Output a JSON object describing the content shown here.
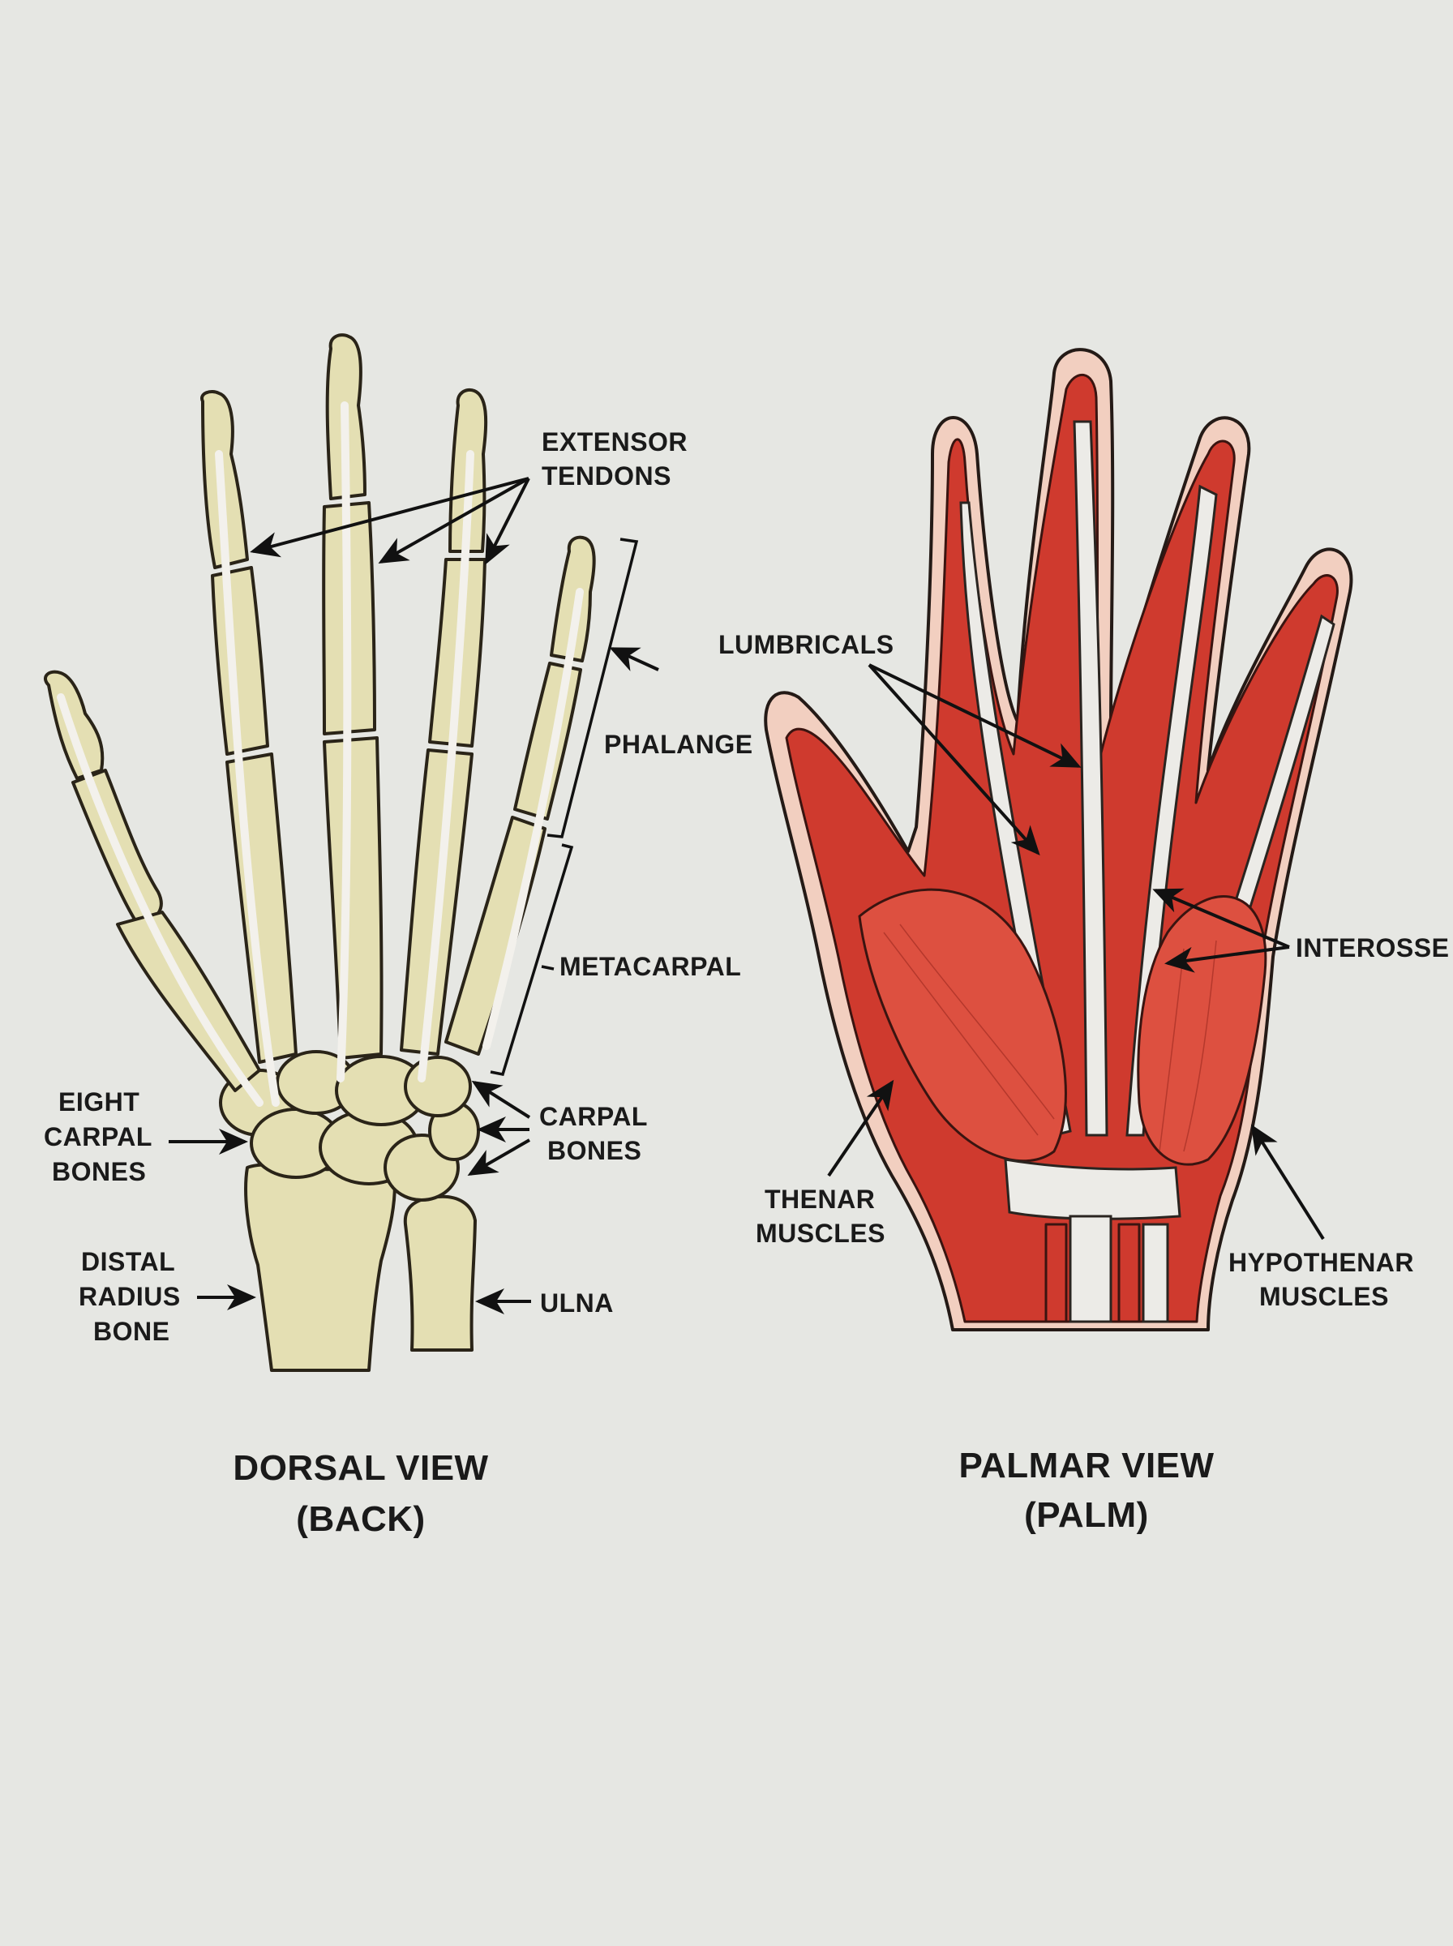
{
  "colors": {
    "background": "#e6e7e3",
    "bone": "#e4dfb3",
    "muscle": "#cf3a2e",
    "tendon": "#ecebe7",
    "skin": "#f2cfc0",
    "text": "#1a1a1a"
  },
  "dorsal_view": {
    "title_line1": "DORSAL VIEW",
    "title_line2": "(BACK)",
    "labels": {
      "extensor_tendons_l1": "EXTENSOR",
      "extensor_tendons_l2": "TENDONS",
      "phalange": "PHALANGE",
      "metacarpal": "METACARPAL",
      "eight_carpal_l1": "EIGHT",
      "eight_carpal_l2": "CARPAL",
      "eight_carpal_l3": "BONES",
      "carpal_bones_l1": "CARPAL",
      "carpal_bones_l2": "BONES",
      "distal_radius_l1": "DISTAL",
      "distal_radius_l2": "RADIUS",
      "distal_radius_l3": "BONE",
      "ulna": "ULNA"
    }
  },
  "palmar_view": {
    "title_line1": "PALMAR VIEW",
    "title_line2": "(PALM)",
    "labels": {
      "lumbricals": "LUMBRICALS",
      "interossei": "INTEROSSE",
      "thenar_l1": "THENAR",
      "thenar_l2": "MUSCLES",
      "hypothenar_l1": "HYPOTHENAR",
      "hypothenar_l2": "MUSCLES"
    }
  }
}
